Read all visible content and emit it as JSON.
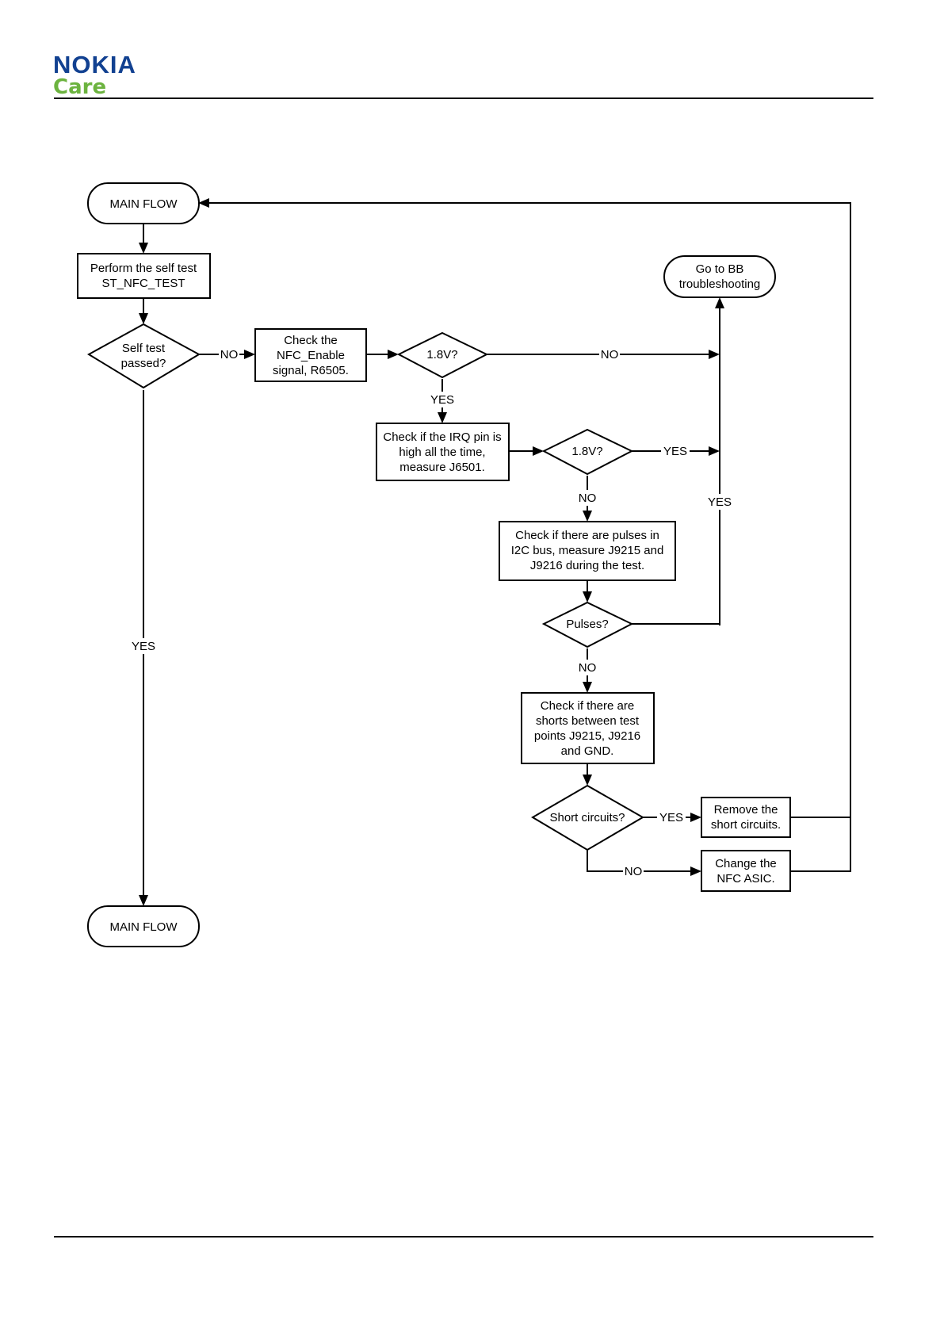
{
  "header": {
    "brand": "NOKIA",
    "sub_brand": "Care"
  },
  "colors": {
    "brand_blue": "#124191",
    "brand_green": "#6cb33f",
    "line": "#000000"
  },
  "flowchart": {
    "main_flow_top": "MAIN FLOW",
    "self_test": [
      "Perform the self test",
      "ST_NFC_TEST"
    ],
    "self_test_passed": [
      "Self test",
      "passed?"
    ],
    "check_nfc_enable": [
      "Check the",
      "NFC_Enable",
      "signal, R6505."
    ],
    "check_1v8_a": "1.8V?",
    "go_to_bb": [
      "Go to BB",
      "troubleshooting"
    ],
    "check_irq": [
      "Check if the IRQ pin is",
      "high all the time,",
      "measure J6501."
    ],
    "check_1v8_b": "1.8V?",
    "check_pulses": [
      "Check if there are pulses in",
      "I2C bus, measure J9215 and",
      "J9216 during the test."
    ],
    "pulses": "Pulses?",
    "check_shorts": [
      "Check if there are",
      "shorts between test",
      "points J9215, J9216",
      "and GND."
    ],
    "short_circuits": "Short circuits?",
    "remove_shorts": [
      "Remove the",
      "short circuits."
    ],
    "change_asic": [
      "Change the",
      "NFC ASIC."
    ],
    "main_flow_bottom": "MAIN FLOW",
    "labels": {
      "no_self_test": "NO",
      "yes_self_test": "YES",
      "no_1v8_a": "NO",
      "yes_1v8_a": "YES",
      "yes_1v8_b": "YES",
      "no_1v8_b": "NO",
      "yes_pulses": "YES",
      "no_pulses": "NO",
      "yes_shorts": "YES",
      "no_shorts": "NO"
    }
  }
}
